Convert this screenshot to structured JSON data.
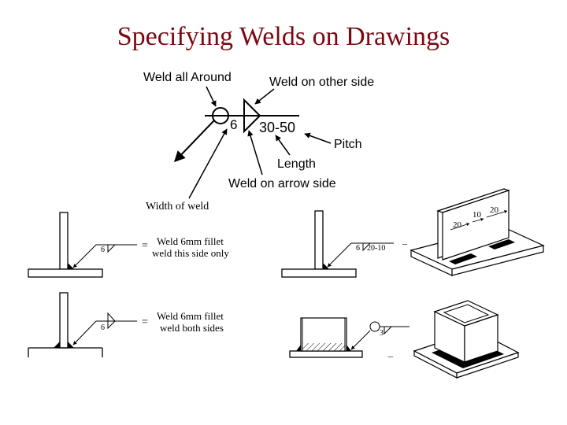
{
  "title": "Specifying Welds on Drawings",
  "callouts": {
    "weld_all_around": "Weld all Around",
    "weld_other_side": "Weld on other side",
    "size": "6",
    "length_pitch": "30-50",
    "pitch": "Pitch",
    "length": "Length",
    "weld_arrow_side": "Weld on arrow side",
    "width_of_weld": "Width of weld"
  },
  "examples": {
    "fillet_this_side": {
      "symbol_size": "6",
      "equals": "=",
      "line1": "Weld 6mm fillet",
      "line2": "weld this side only"
    },
    "fillet_both_sides": {
      "symbol_size": "6",
      "equals": "=",
      "line1": "Weld 6mm fillet",
      "line2": "weld both sides"
    },
    "intermittent": {
      "symbol_size": "6",
      "spec": "20-10",
      "dash": "–",
      "dim_a": "20",
      "dim_b": "10",
      "dim_c": "20"
    },
    "all_around": {
      "symbol_size": "3",
      "dash": "–"
    }
  },
  "colors": {
    "title": "#7a0a12",
    "line": "#000000",
    "fill_gray": "#e6e6e6"
  }
}
